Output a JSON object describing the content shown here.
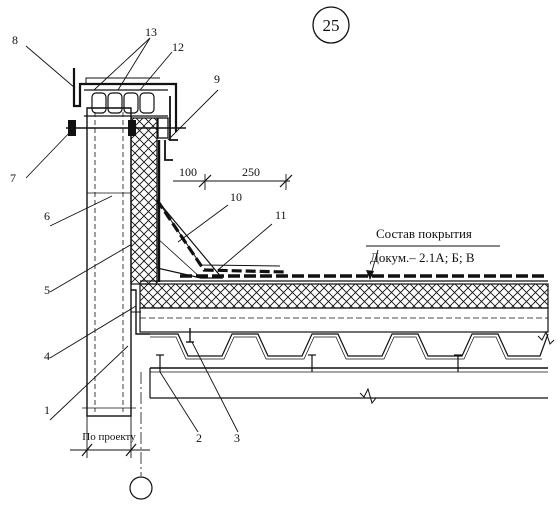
{
  "drawing": {
    "number": "25",
    "callouts": [
      "1",
      "2",
      "3",
      "4",
      "5",
      "6",
      "7",
      "8",
      "9",
      "10",
      "11",
      "12",
      "13"
    ],
    "dimensions": {
      "d100": "100",
      "d250": "250",
      "wall_width": "По проекту"
    },
    "note": {
      "line1": "Состав покрытия",
      "line2": "Докум.– 2.1А; Б; В"
    }
  },
  "colors": {
    "ink": "#111111",
    "background": "#ffffff"
  }
}
